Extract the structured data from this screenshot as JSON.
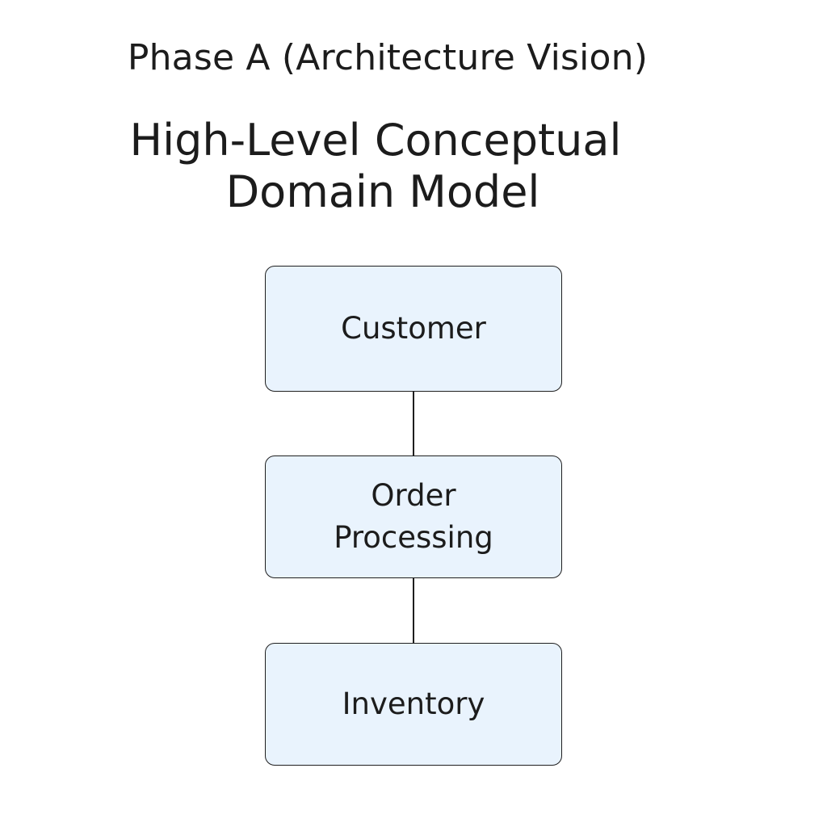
{
  "header": {
    "phase_title": "Phase A (Architecture Vision)",
    "main_title_line1": "High-Level Conceptual",
    "main_title_line2": "Domain Model"
  },
  "diagram": {
    "nodes": [
      {
        "id": "customer",
        "lines": [
          "Customer"
        ]
      },
      {
        "id": "order-processing",
        "lines": [
          "Order",
          "Processing"
        ]
      },
      {
        "id": "inventory",
        "lines": [
          "Inventory"
        ]
      }
    ],
    "edges": [
      {
        "from": "customer",
        "to": "order-processing"
      },
      {
        "from": "order-processing",
        "to": "inventory"
      }
    ]
  },
  "colors": {
    "node_fill": "#e9f3fd",
    "node_border": "#1f1f1f",
    "text": "#1c1c1c",
    "background": "#ffffff"
  }
}
